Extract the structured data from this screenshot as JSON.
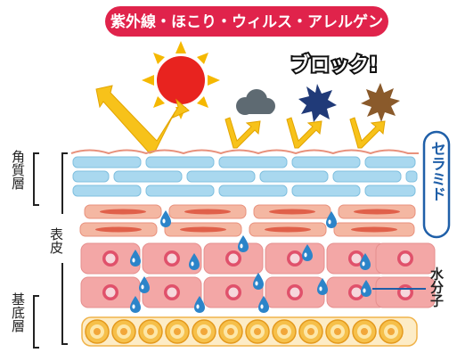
{
  "banner": {
    "text": "紫外線・ほこり・ウィルス・アレルゲン",
    "bg_color": "#e0234b",
    "text_color": "#ffffff"
  },
  "block_text": "ブロック!",
  "ceramide": {
    "label": "セラミド",
    "color": "#1f5fa8"
  },
  "layers": {
    "stratum_corneum": "角質層",
    "epidermis": "表皮",
    "basal_layer": "基底層"
  },
  "water_label": "水分子",
  "icons": [
    "sun-icon",
    "dust-cloud-icon",
    "virus-icon",
    "allergen-icon",
    "water-drop-icon",
    "arrow-icon"
  ],
  "colors": {
    "sun": "#e8231f",
    "sun_rays": "#f5b800",
    "arrow": "#f7c21a",
    "dust": "#5e6a72",
    "virus": "#203a78",
    "allergen": "#8a5a2b",
    "corneum_cell": "#a9d8ef",
    "upper_cell": "#f4b7a2",
    "cell": "#f3a7a6",
    "nucleus": "#e0516b",
    "basal_cell": "#f6c04a",
    "drop": "#2c84c9"
  }
}
